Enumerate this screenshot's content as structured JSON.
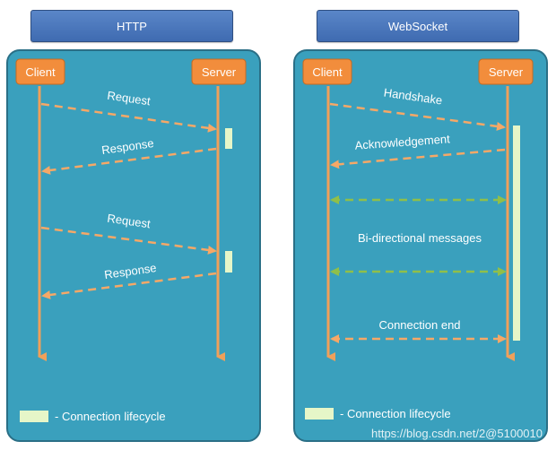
{
  "http": {
    "title": "HTTP",
    "client": "Client",
    "server": "Server",
    "messages": [
      "Request",
      "Response",
      "Request",
      "Response"
    ],
    "legend": "- Connection lifecycle"
  },
  "websocket": {
    "title": "WebSocket",
    "client": "Client",
    "server": "Server",
    "messages": [
      "Handshake",
      "Acknowledgement",
      "Bi-directional messages",
      "Connection end"
    ],
    "legend": "- Connection lifecycle"
  },
  "watermark": "https://blog.csdn.net/2@5100010",
  "colors": {
    "panel": "#3aa0bd",
    "panel_border": "#2a6f86",
    "title_tab": "#4a76be",
    "participant_box": "#f28d3c",
    "lifeline": "#f0a05a",
    "arrow_orange": "#f6a867",
    "arrow_green": "#8fbf4a",
    "lifecycle_bar": "#e6f6c8"
  }
}
